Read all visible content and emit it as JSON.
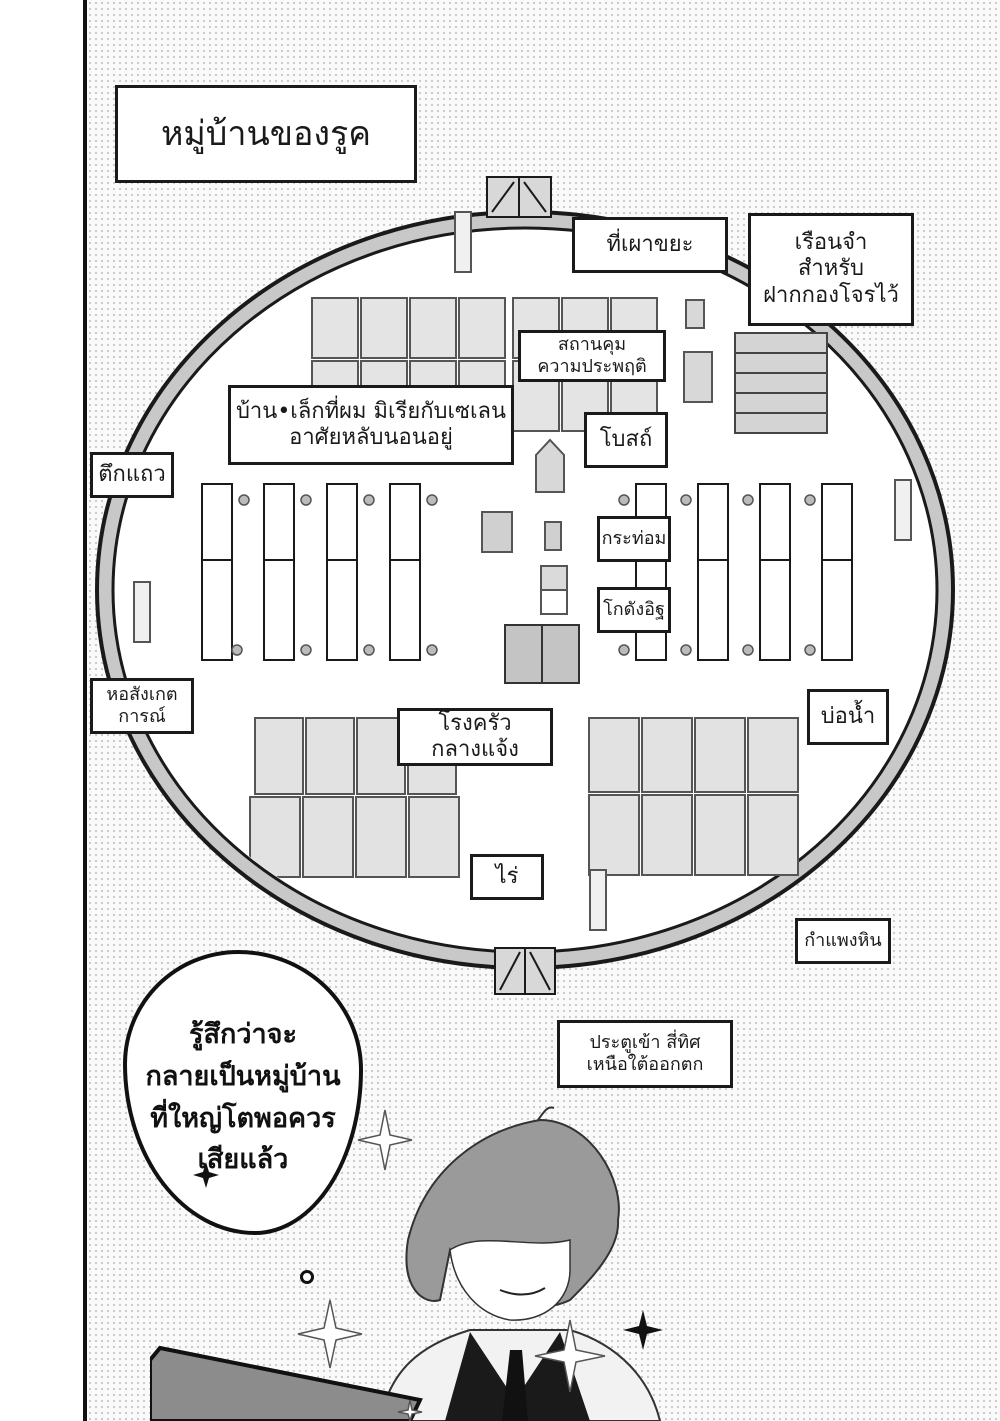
{
  "page": {
    "type": "manga-page",
    "language": "th"
  },
  "map": {
    "title": "หมู่บ้านของรูค",
    "labels": {
      "garbage_burner": "ที่เผาขยะ",
      "prison": "เรือนจำ\nสำหรับ\nฝากกองโจรไว้",
      "power_station": "สถานคุม\nความประพฤติ",
      "my_house": "บ้าน•เล็กที่ผม มิเรียกับเซเลน\nอาศัยหลับนอนอยู่",
      "boss": "โบสถ์",
      "row_houses": "ตึกแถว",
      "hut": "กระท่อม",
      "warehouse": "โกดังอิฐ",
      "watchtower": "หอสังเกต\nการณ์",
      "kitchen": "โรงครัว\nกลางแจ้ง",
      "well": "บ่อน้ำ",
      "fields": "ไร่",
      "stone_wall": "กำแพงหิน",
      "gates": "ประตูเข้า สี่ทิศ\nเหนือใต้ออกตก"
    }
  },
  "character": {
    "thought": "รู้สึกว่าจะ\nกลายเป็นหมู่บ้าน\nที่ใหญ่โตพอควร\nเสียแล้ว"
  },
  "colors": {
    "ink": "#1a1a1a",
    "wall_fill": "#c8c8c8",
    "field_fill": "#e2e2e2",
    "panel_tone": "#c9c9c9"
  }
}
